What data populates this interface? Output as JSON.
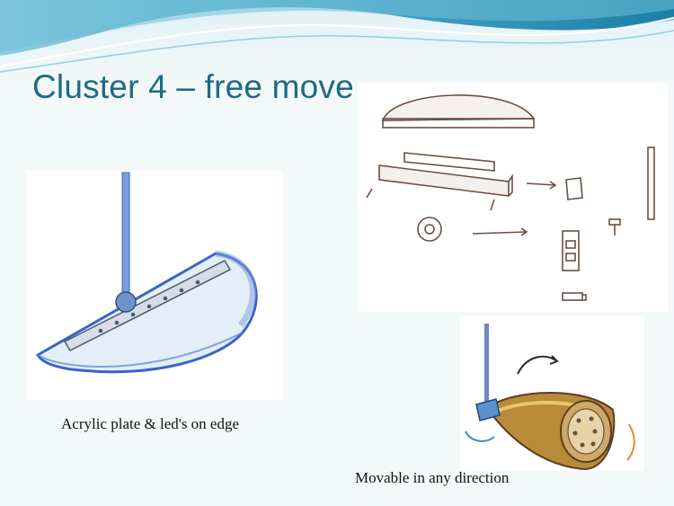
{
  "slide": {
    "title": "Cluster 4 – free move",
    "caption_left": "Acrylic plate & led's on edge",
    "caption_right": "Movable in any direction"
  },
  "colors": {
    "title": "#1e6a82",
    "wave_dark": "#2f8fae",
    "wave_light": "#9fd2e3",
    "sketch_blue": "#3a64c8",
    "sketch_brown": "#6a4f44"
  }
}
